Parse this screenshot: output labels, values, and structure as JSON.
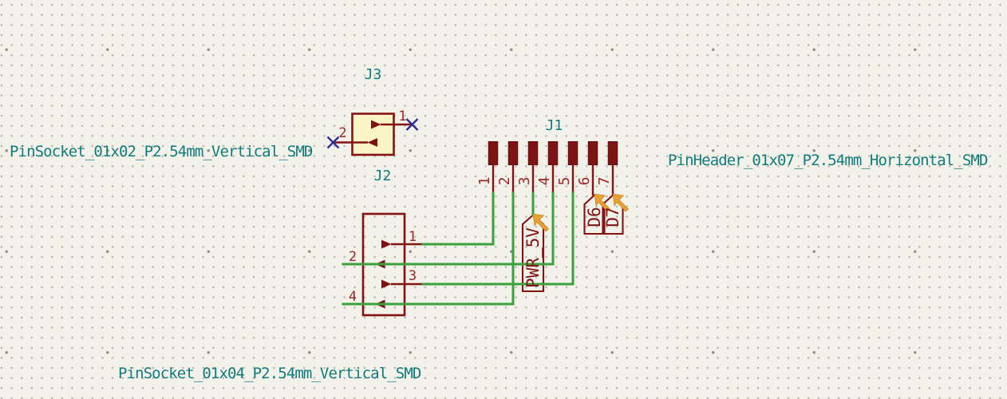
{
  "editor": {
    "name": "schematic-canvas",
    "background_color": "#F2F1EA",
    "grid_dot_color": "#B5B3AA"
  },
  "colors": {
    "symbol_outline": "#841414",
    "symbol_fill_yellow": "#FBF5C5",
    "pad_fill": "#7D1313",
    "wire_green": "#3BA13B",
    "pin_number_red": "#9F2626",
    "reference_teal": "#107C7C",
    "no_connect_blue": "#2B2BA0",
    "erc_marker_orange": "#E8A033",
    "net_label_red": "#841414"
  },
  "symbols": {
    "J3": {
      "ref": "J3",
      "footprint": "PinSocket_01x02_P2.54mm_Vertical_SMD",
      "pins": [
        "1",
        "2"
      ]
    },
    "J2": {
      "ref": "J2",
      "footprint": "PinSocket_01x04_P2.54mm_Vertical_SMD",
      "pins": [
        "1",
        "2",
        "3",
        "4"
      ]
    },
    "J1": {
      "ref": "J1",
      "footprint": "PinHeader_01x07_P2.54mm_Horizontal_SMD",
      "pins": [
        "1",
        "2",
        "3",
        "4",
        "5",
        "6",
        "7"
      ]
    }
  },
  "net_labels": {
    "pwr": "PWR_5V",
    "d6": "D6",
    "d7": "D7"
  }
}
